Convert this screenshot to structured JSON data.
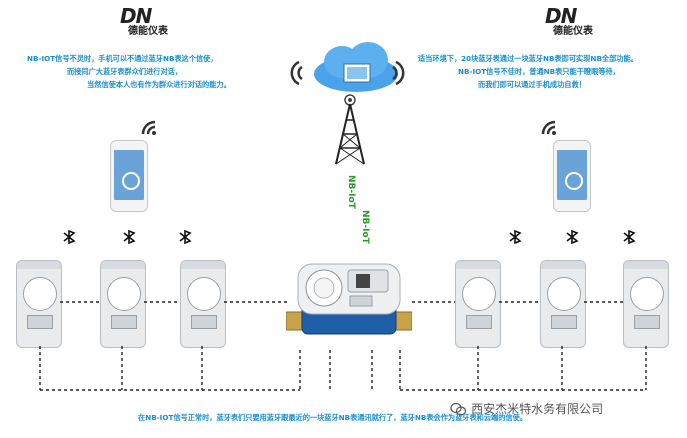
{
  "left_logo": {
    "mark": "DN",
    "name": "德能仪表"
  },
  "right_logo": {
    "mark": "DN",
    "name": "德能仪表"
  },
  "left_text": [
    "NB-IOT信号不灵时，手机可以不通过蓝牙NB表这个信使，",
    "而接同广大蓝牙表群众们进行对话，",
    "当然信使本人也有作为群众进行对话的能力。"
  ],
  "right_text": [
    "适当环境下，20块蓝牙表通过一块蓝牙NB表即可实现NB全部功能。",
    "NB-IOT信号不佳时，普通NB表只能干瞪眼等待，",
    "而我们即可以通过手机成功自救！"
  ],
  "nb_labels": [
    "NB-IoT",
    "NB-IoT"
  ],
  "bottom_text": "在NB-IOT信号正常时，蓝牙表们只要用蓝牙跟最近的一块蓝牙NB表通讯就行了，蓝牙NB表会作为蓝牙表和云端的信使。",
  "watermark": "西安杰米特水务有限公司",
  "colors": {
    "accent": "#1a8fd0",
    "nb_green": "#2a9a2a",
    "meter_blue": "#1e5fa8"
  },
  "icons": [
    "cloud-icon",
    "wifi-icon",
    "tower-icon",
    "phone-icon",
    "bluetooth-icon",
    "water-meter-icon",
    "wechat-icon"
  ]
}
